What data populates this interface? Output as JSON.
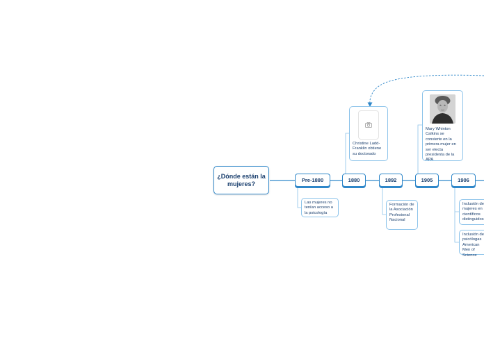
{
  "central_topic": "¿Dónde están la mujeres?",
  "timeline": [
    {
      "label": "Pre-1880"
    },
    {
      "label": "1880"
    },
    {
      "label": "1892"
    },
    {
      "label": "1905"
    },
    {
      "label": "1906"
    }
  ],
  "notes": {
    "pre1880": "Las mujeres no tenían acceso a la psicología",
    "ladd_franklin": "Christine Ladd-Franklin obtiene su doctorado",
    "asociacion": "Formación de la Asociación Profesional Nacional",
    "calkins": "Mary Whinton Calkins se convierte en la primera mujer en ser electa presidenta de la APA",
    "inclusion_cientificos": "Inclusión de mujeres en científicos distinguidos",
    "inclusion_psicologas": "Inclusión de psicólogas American Men of Science"
  },
  "icons": {
    "camera": "camera-icon",
    "portrait": "portrait-image"
  },
  "colors": {
    "accent": "#2f87c9",
    "card_border": "#8cc3ea",
    "text": "#1a3f6e"
  }
}
